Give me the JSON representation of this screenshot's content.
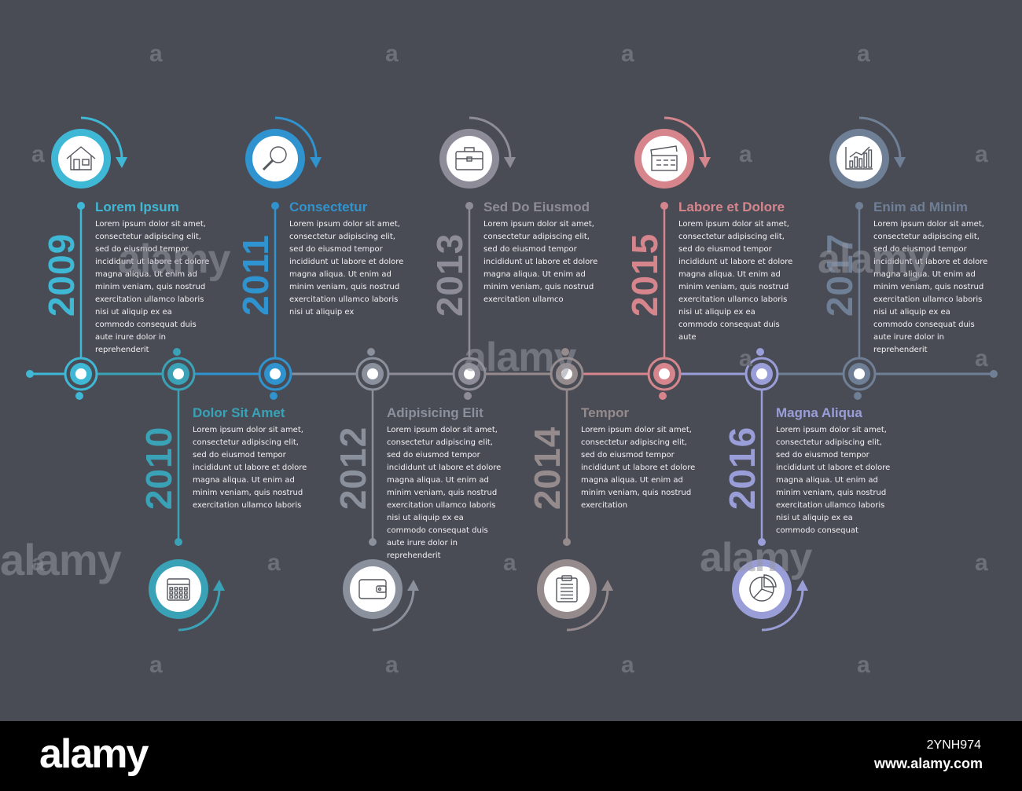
{
  "colors": {
    "background": "#4a4c55",
    "milestone_2009": "#3fb8d6",
    "milestone_2010": "#3aa2b6",
    "milestone_2011": "#2f93cf",
    "milestone_2012": "#8a909c",
    "milestone_2013": "#8e8c98",
    "milestone_2014": "#958a8c",
    "milestone_2015": "#d6858c",
    "milestone_2016": "#9a9ed8",
    "milestone_2017": "#6f7f96"
  },
  "milestones": [
    {
      "year": "2009",
      "title": "Lorem Ipsum",
      "icon": "house-icon",
      "text": "Lorem ipsum dolor sit amet, consectetur adipiscing elit, sed do eiusmod tempor incididunt ut labore et dolore magna aliqua. Ut enim ad minim veniam, quis nostrud exercitation ullamco laboris nisi ut aliquip ex ea commodo consequat duis aute irure dolor in reprehenderit"
    },
    {
      "year": "2010",
      "title": "Dolor Sit Amet",
      "icon": "calendar-icon",
      "text": "Lorem ipsum dolor sit amet, consectetur adipiscing elit, sed do eiusmod tempor incididunt ut labore et dolore magna aliqua. Ut enim ad minim veniam, quis nostrud exercitation ullamco laboris"
    },
    {
      "year": "2011",
      "title": "Consectetur",
      "icon": "magnifier-icon",
      "text": "Lorem ipsum dolor sit amet, consectetur adipiscing elit, sed do eiusmod tempor incididunt ut labore et dolore magna aliqua. Ut enim ad minim veniam, quis nostrud exercitation ullamco laboris nisi ut aliquip ex"
    },
    {
      "year": "2012",
      "title": "Adipisicing Elit",
      "icon": "wallet-icon",
      "text": "Lorem ipsum dolor sit amet, consectetur adipiscing elit, sed do eiusmod tempor incididunt ut labore et dolore magna aliqua. Ut enim ad minim veniam, quis nostrud exercitation ullamco laboris nisi ut aliquip ex ea commodo consequat duis aute irure dolor in reprehenderit"
    },
    {
      "year": "2013",
      "title": "Sed Do Eiusmod",
      "icon": "briefcase-icon",
      "text": "Lorem ipsum dolor sit amet, consectetur adipiscing elit, sed do eiusmod tempor incididunt ut labore et dolore magna aliqua. Ut enim ad minim veniam, quis nostrud exercitation ullamco"
    },
    {
      "year": "2014",
      "title": "Tempor",
      "icon": "clipboard-icon",
      "text": "Lorem ipsum dolor sit amet, consectetur adipiscing elit, sed do eiusmod tempor incididunt ut labore et dolore magna aliqua. Ut enim ad minim veniam, quis nostrud exercitation"
    },
    {
      "year": "2015",
      "title": "Labore et Dolore",
      "icon": "clapperboard-icon",
      "text": "Lorem ipsum dolor sit amet, consectetur adipiscing elit, sed do eiusmod tempor incididunt ut labore et dolore magna aliqua. Ut enim ad minim veniam, quis nostrud exercitation ullamco laboris nisi ut aliquip ex ea commodo consequat duis aute"
    },
    {
      "year": "2016",
      "title": "Magna Aliqua",
      "icon": "pie-chart-icon",
      "text": "Lorem ipsum dolor sit amet, consectetur adipiscing elit, sed do eiusmod tempor incididunt ut labore et dolore magna aliqua. Ut enim ad minim veniam, quis nostrud exercitation ullamco laboris nisi ut aliquip ex ea commodo consequat"
    },
    {
      "year": "2017",
      "title": "Enim ad Minim",
      "icon": "bar-chart-icon",
      "text": "Lorem ipsum dolor sit amet, consectetur adipiscing elit, sed do eiusmod tempor incididunt ut labore et dolore magna aliqua. Ut enim ad minim veniam, quis nostrud exercitation ullamco laboris nisi ut aliquip ex ea commodo consequat duis aute irure dolor in reprehenderit"
    }
  ],
  "watermark": {
    "letter": "a",
    "word": "alamy"
  },
  "footer": {
    "logo": "alamy",
    "image_id": "2YNH974",
    "url": "www.alamy.com"
  }
}
